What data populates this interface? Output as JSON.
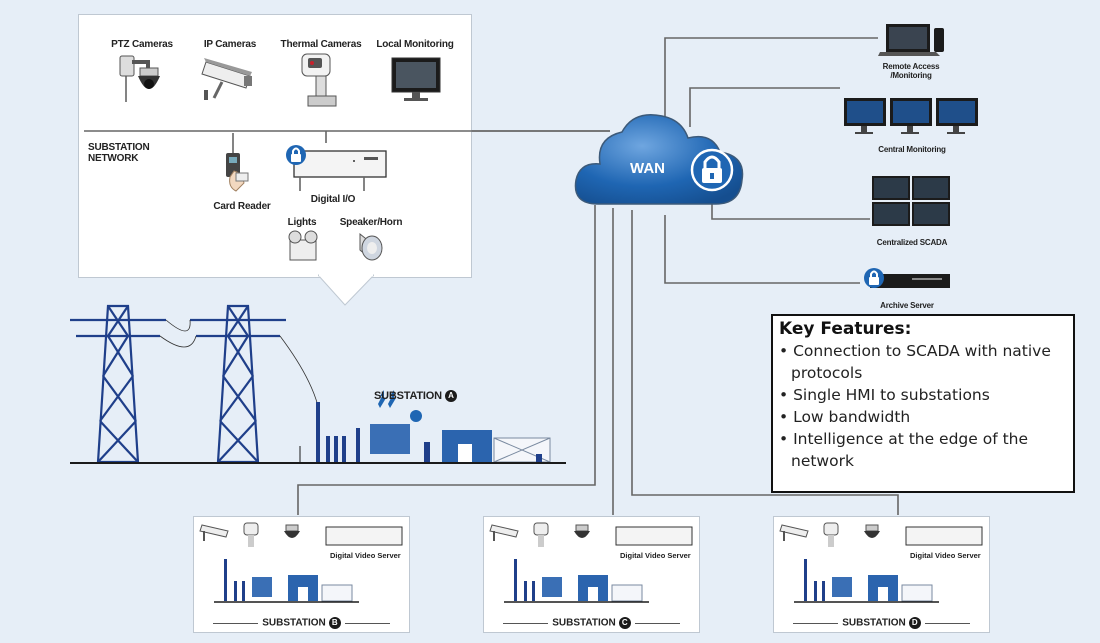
{
  "callout": {
    "devices": {
      "ptz": "PTZ Cameras",
      "ip": "IP Cameras",
      "thermal": "Thermal Cameras",
      "local": "Local Monitoring",
      "network": "SUBSTATION\nNETWORK",
      "card_reader": "Card Reader",
      "digital_io": "Digital I/O",
      "lights": "Lights",
      "speaker": "Speaker/Horn"
    }
  },
  "wan": {
    "label": "WAN"
  },
  "right_side": {
    "remote": "Remote Access\n/Monitoring",
    "central": "Central Monitoring",
    "scada": "Centralized SCADA",
    "archive": "Archive Server"
  },
  "substation_a": {
    "label": "SUBSTATION",
    "badge": "A"
  },
  "substations": [
    {
      "name": "SUBSTATION",
      "badge": "B",
      "server": "Digital Video Server"
    },
    {
      "name": "SUBSTATION",
      "badge": "C",
      "server": "Digital Video Server"
    },
    {
      "name": "SUBSTATION",
      "badge": "D",
      "server": "Digital Video Server"
    }
  ],
  "features": {
    "title": "Key Features:",
    "items": [
      "Connection to SCADA with native protocols",
      "Single HMI to substations",
      "Low bandwidth",
      "Intelligence at the edge of the network"
    ]
  },
  "colors": {
    "cloud": "#1f66b3",
    "line": "#555555",
    "tower": "#1f3f8a",
    "accent": "#1f66b3"
  }
}
